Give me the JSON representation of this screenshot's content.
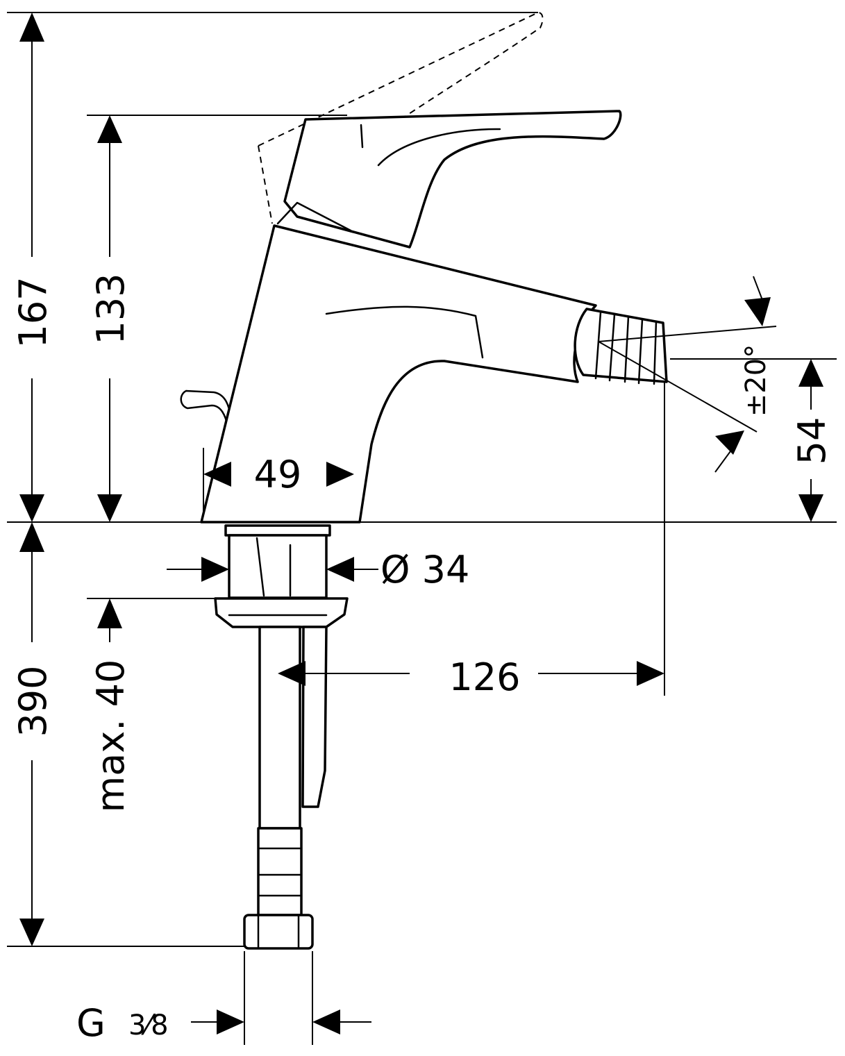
{
  "dimensions": {
    "total_height": "167",
    "body_height": "133",
    "spout_height": "54",
    "base_width": "49",
    "shank_diameter": "Ø 34",
    "spout_reach": "126",
    "below_counter": "390",
    "max_deck_thickness": "max. 40",
    "swivel_angle": "±20°",
    "connection_label": "G",
    "connection_fraction": "3⁄8"
  }
}
